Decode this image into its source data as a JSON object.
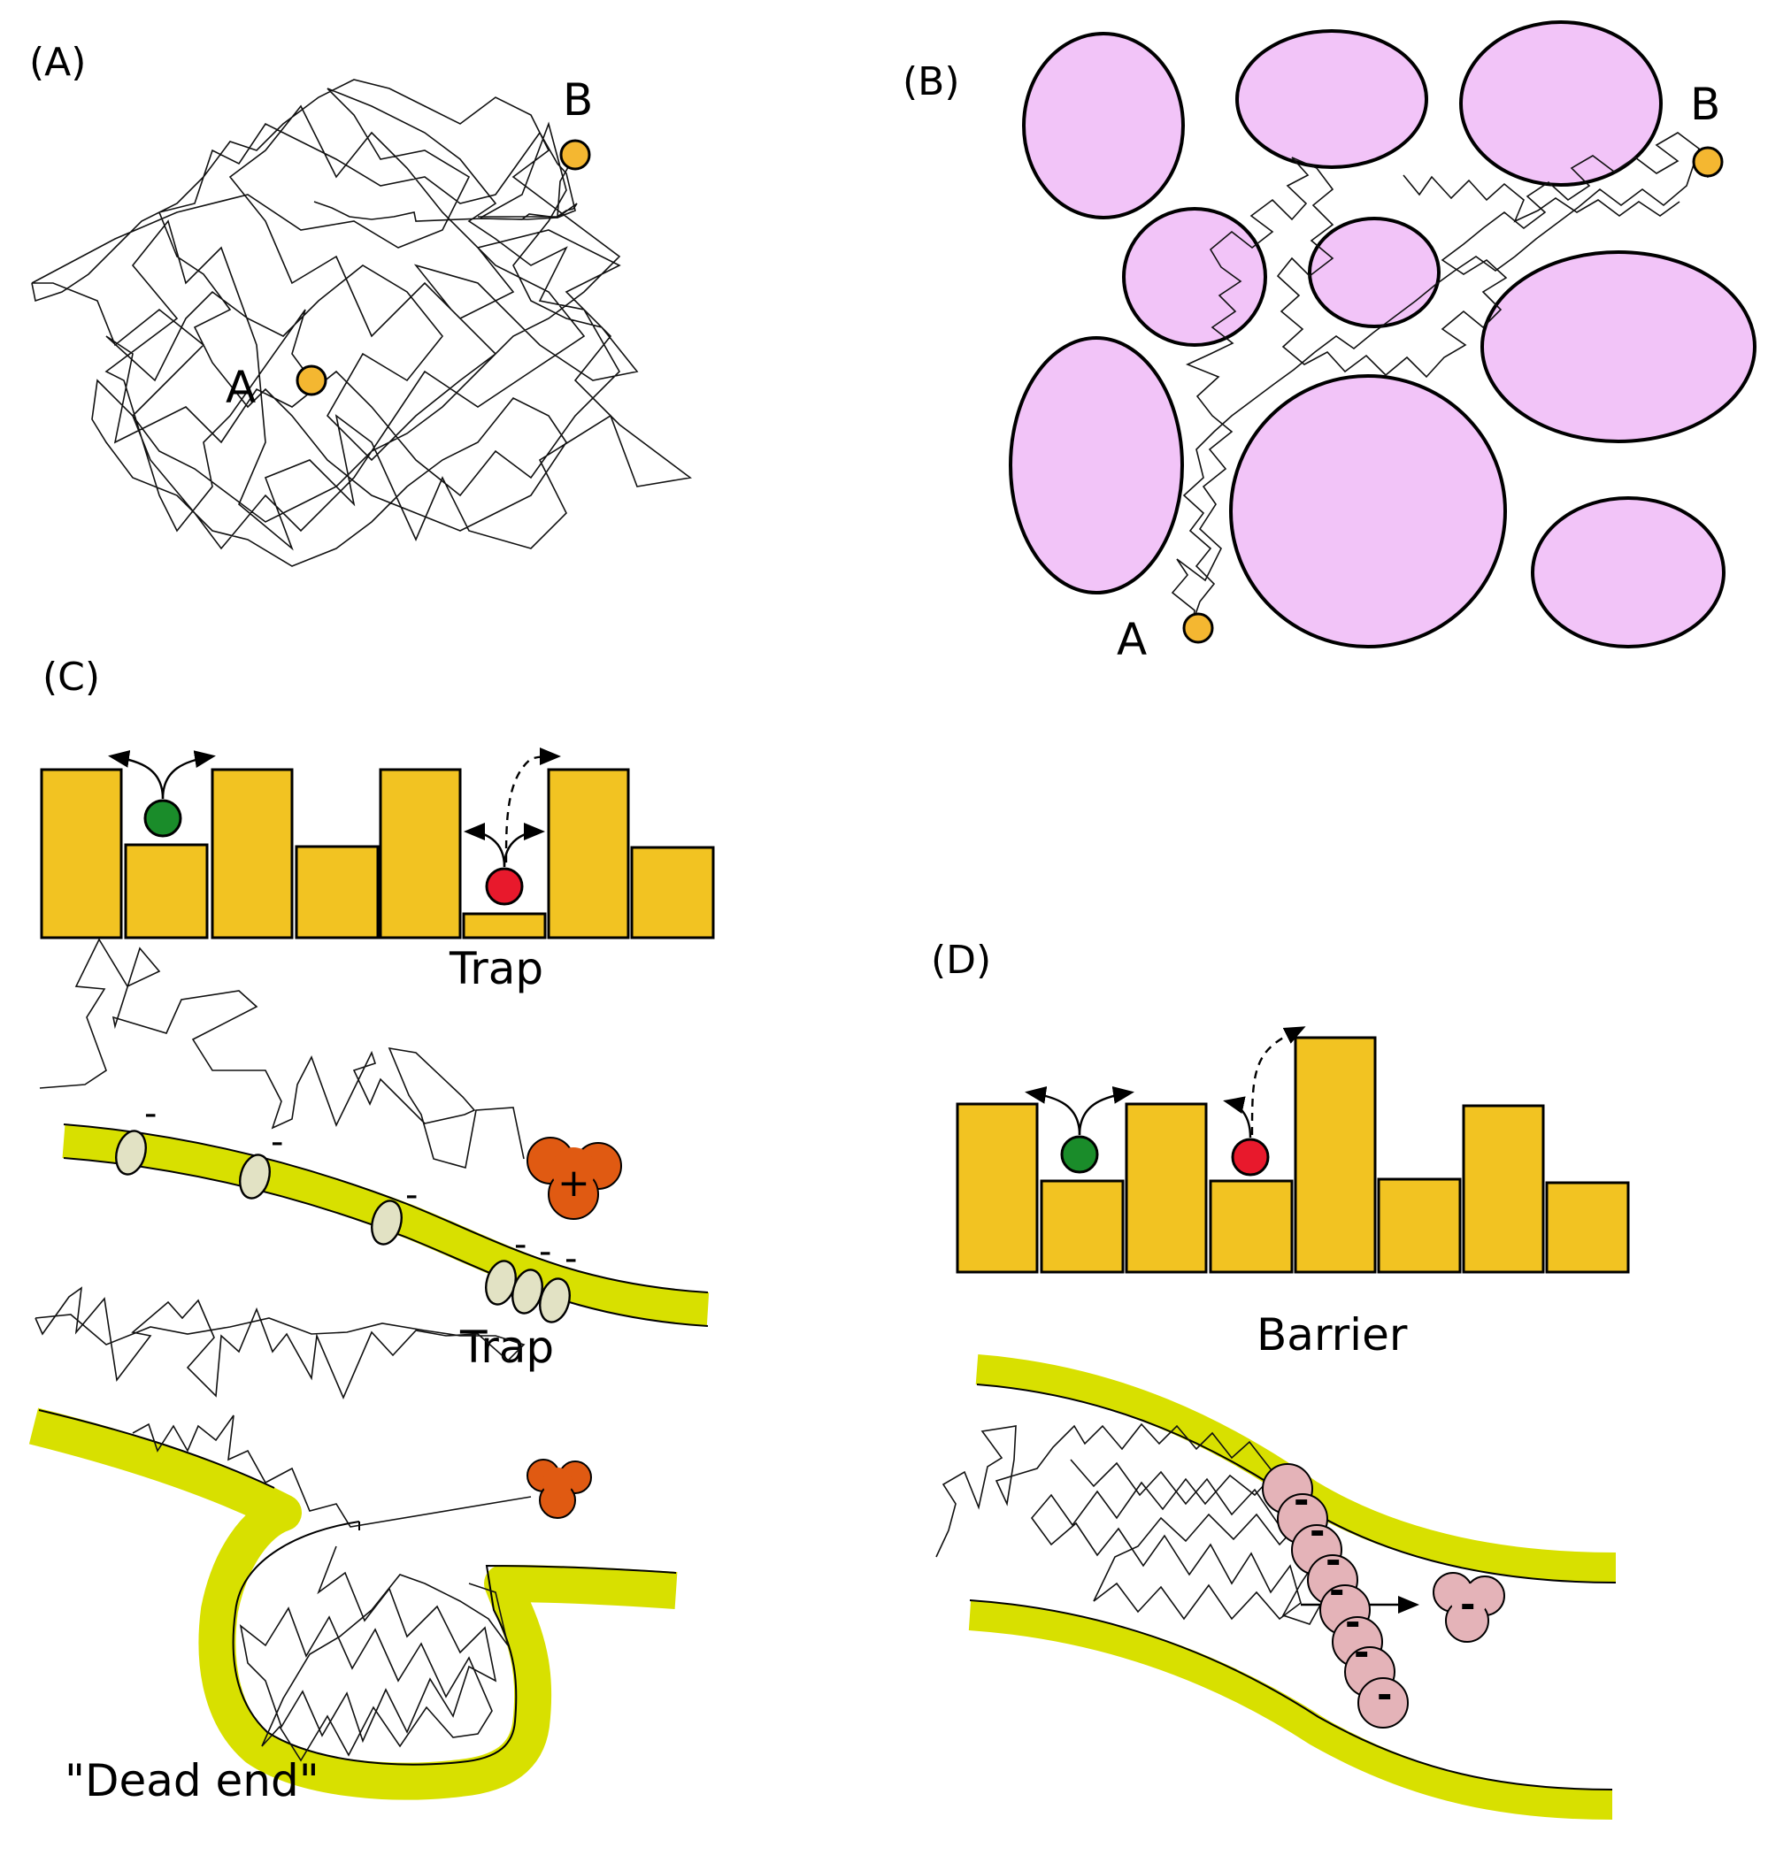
{
  "panels": {
    "a": {
      "label": "(A)",
      "start_label": "A",
      "end_label": "B",
      "point_color": "#f4b731"
    },
    "b": {
      "label": "(B)",
      "start_label": "A",
      "end_label": "B",
      "obstacle_color": "#f2c4f8",
      "point_color": "#f4b731"
    },
    "c": {
      "label": "(C)",
      "trap_caption": "Trap",
      "membrane_trap_caption": "Trap",
      "dead_end_caption": "\"Dead end\"",
      "negative_sign": "-",
      "positive_sign": "+",
      "bar_color": "#f2c322",
      "membrane_color": "#d8e000",
      "particle_colors": {
        "mobile": "#1a8c2a",
        "trapped": "#e8192c",
        "protein": "#e05a12",
        "site": "#e2e2c4"
      }
    },
    "d": {
      "label": "(D)",
      "barrier_caption": "Barrier",
      "negative_sign": "-",
      "bar_color": "#f2c322",
      "membrane_color": "#d8e000",
      "particle_colors": {
        "mobile": "#1a8c2a",
        "blocked": "#e8192c",
        "chain": "#e4b3b8"
      }
    }
  }
}
